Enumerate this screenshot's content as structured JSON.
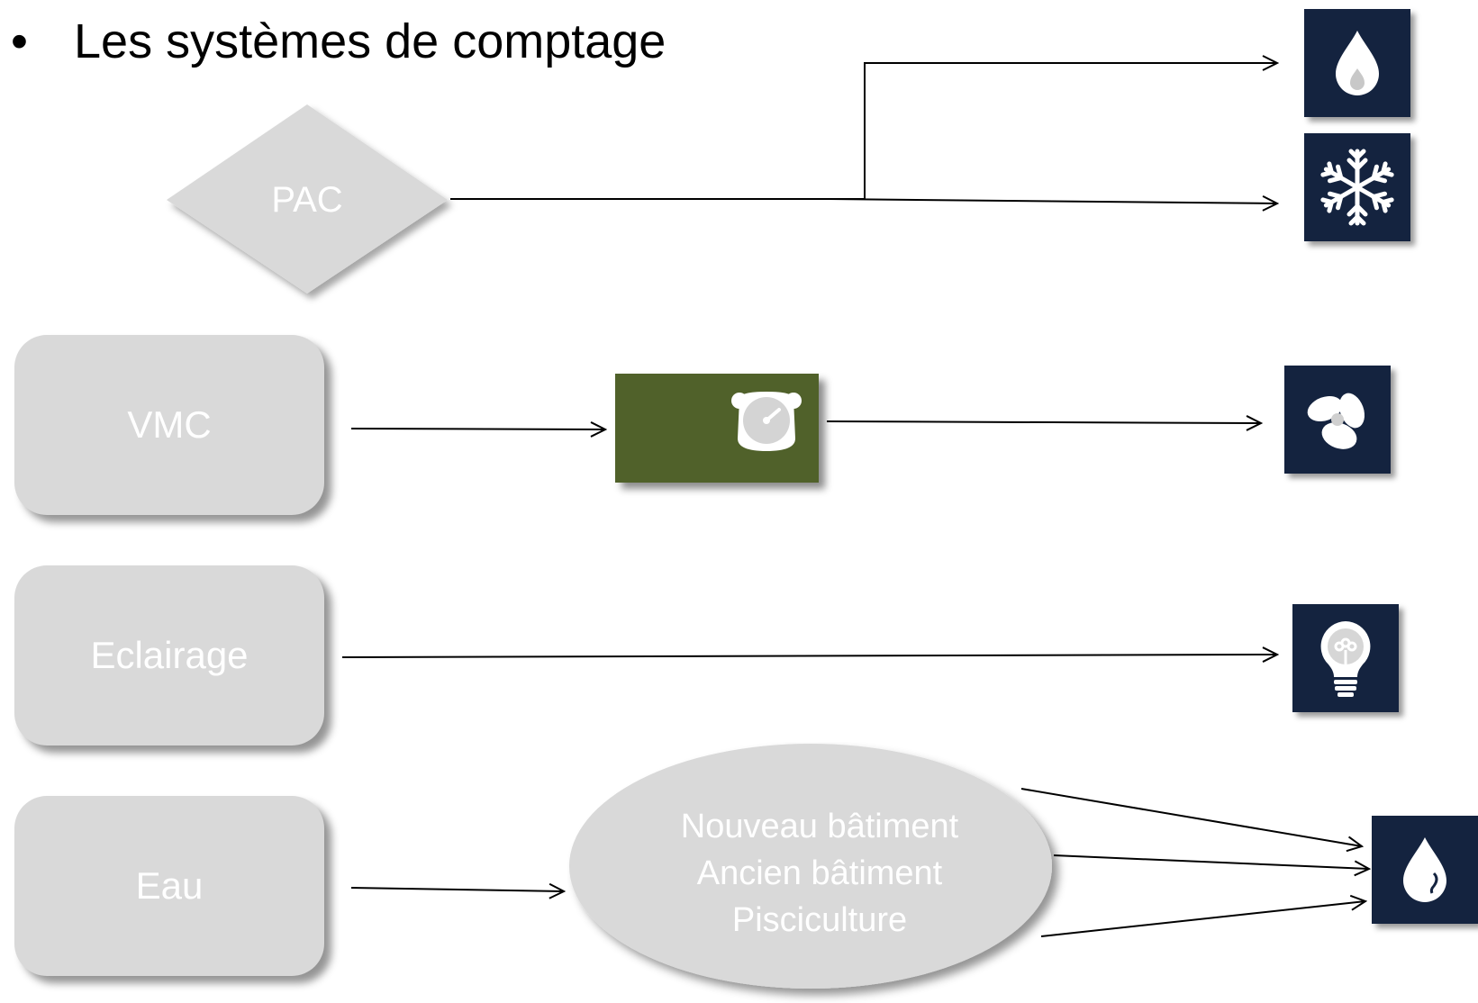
{
  "slide": {
    "bullet": "•",
    "title": "Les systèmes de comptage"
  },
  "sources": {
    "pac": "PAC",
    "vmc": "VMC",
    "eclairage": "Eclairage",
    "eau": "Eau"
  },
  "buildings": [
    "Nouveau bâtiment",
    "Ancien bâtiment",
    "Pisciculture"
  ],
  "icons": {
    "pac_top": "drop-icon",
    "pac_bottom": "snowflake-icon",
    "meter": "meter-gauge-icon",
    "vmc": "fan-icon",
    "eclairage": "lightbulb-icon",
    "eau": "water-drop-icon"
  },
  "colors": {
    "shape_fill": "#d9d9d9",
    "icon_tile": "#14233f",
    "meter_box": "#50612a",
    "connector": "#000000"
  }
}
